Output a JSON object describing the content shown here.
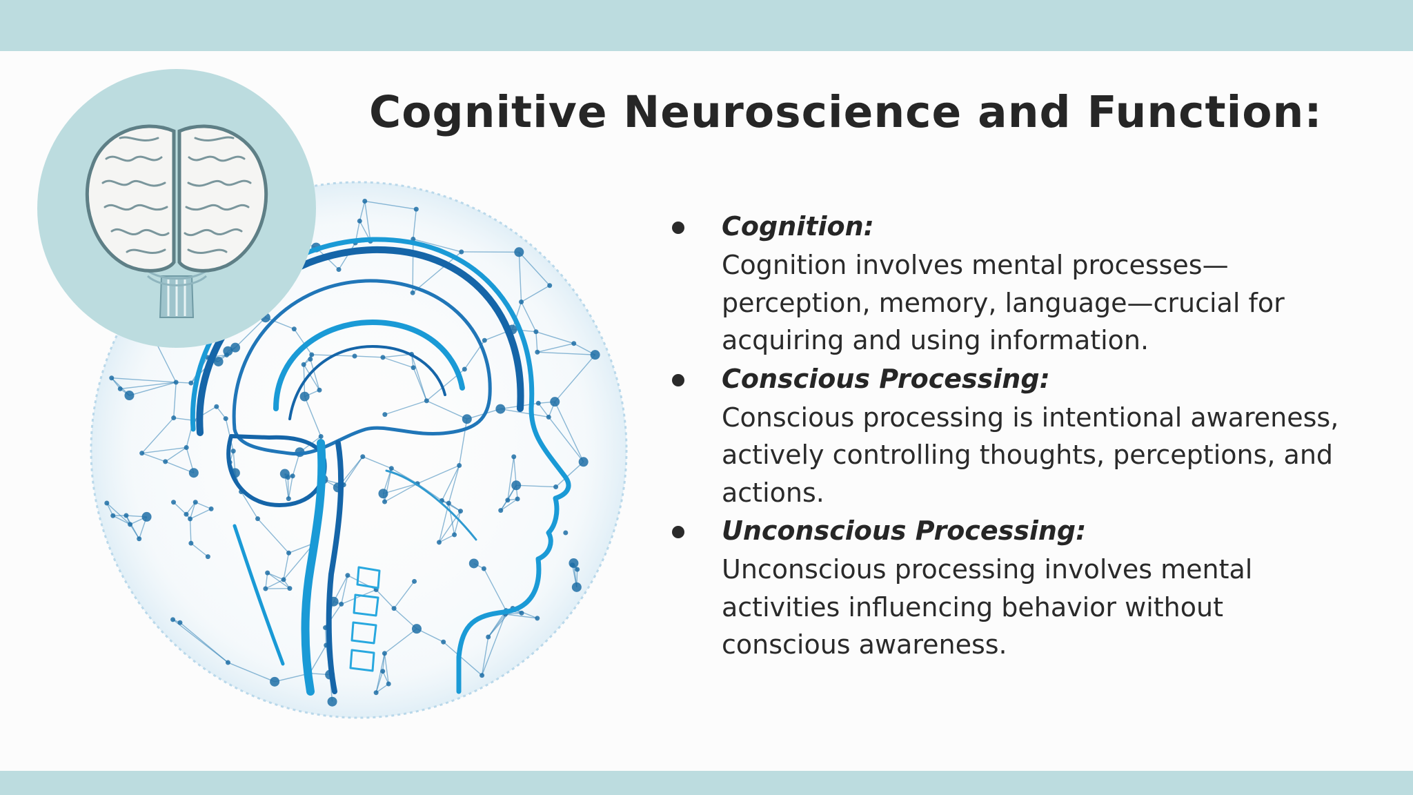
{
  "slide": {
    "title": "Cognitive Neuroscience and Function:",
    "accent_color": "#bcdcdf",
    "badge_color": "#bcdcdf",
    "graphic_color": "#1f86c4",
    "images": {
      "brain_badge": "brain-icon",
      "head_network": "head-network-illustration"
    },
    "bullets": [
      {
        "term": "Cognition:",
        "lines": [
          "Cognition involves mental processes—",
          "perception, memory, language—crucial for",
          "acquiring and using information."
        ]
      },
      {
        "term": "Conscious Processing:",
        "lines": [
          "Conscious processing is intentional awareness,",
          "actively controlling thoughts, perceptions, and",
          "actions."
        ]
      },
      {
        "term": "Unconscious Processing:",
        "lines": [
          "Unconscious processing involves mental",
          "activities influencing behavior without",
          "conscious awareness."
        ]
      }
    ]
  }
}
